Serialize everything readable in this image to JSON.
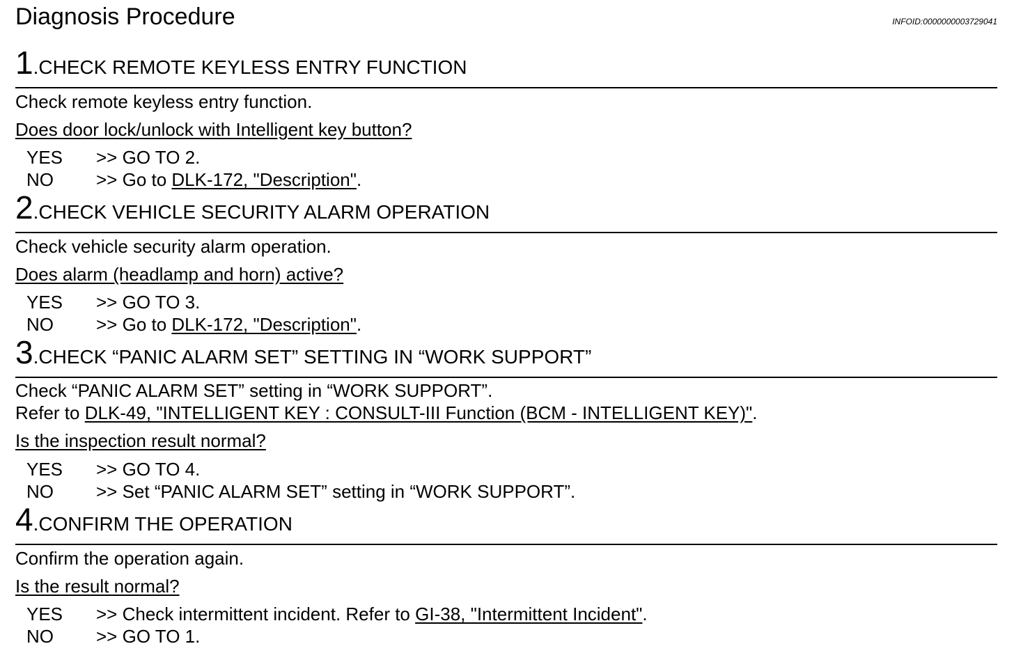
{
  "header": {
    "title": "Diagnosis Procedure",
    "info_id": "INFOID:0000000003729041"
  },
  "steps": [
    {
      "number": "1",
      "dot": ".",
      "title": "CHECK REMOTE KEYLESS ENTRY FUNCTION",
      "instruction": "Check remote keyless entry function.",
      "question": "Does door lock/unlock with Intelligent key button?",
      "yes_label": "YES",
      "yes_text": ">> GO TO 2.",
      "no_label": "NO",
      "no_prefix": ">> Go to ",
      "no_link": "DLK-172, \"Description\"",
      "no_suffix": "."
    },
    {
      "number": "2",
      "dot": ".",
      "title": "CHECK VEHICLE SECURITY ALARM OPERATION",
      "instruction": "Check vehicle security alarm operation.",
      "question": "Does alarm (headlamp and horn) active?",
      "yes_label": "YES",
      "yes_text": ">> GO TO 3.",
      "no_label": "NO",
      "no_prefix": ">> Go to ",
      "no_link": "DLK-172, \"Description\"",
      "no_suffix": "."
    },
    {
      "number": "3",
      "dot": ".",
      "title": "CHECK “PANIC ALARM SET” SETTING IN “WORK SUPPORT”",
      "instruction": "Check “PANIC ALARM SET” setting in “WORK SUPPORT”.",
      "refer_prefix": "Refer to ",
      "refer_link": "DLK-49, \"INTELLIGENT KEY : CONSULT-III Function (BCM - INTELLIGENT KEY)\"",
      "refer_suffix": ".",
      "question": "Is the inspection result normal?",
      "yes_label": "YES",
      "yes_text": ">> GO TO 4.",
      "no_label": "NO",
      "no_text": ">> Set “PANIC ALARM SET” setting in “WORK SUPPORT”."
    },
    {
      "number": "4",
      "dot": ".",
      "title": "CONFIRM THE OPERATION",
      "instruction": "Confirm the operation again.",
      "question": "Is the result normal?",
      "yes_label": "YES",
      "yes_prefix": ">> Check intermittent incident. Refer to ",
      "yes_link": "GI-38, \"Intermittent Incident\"",
      "yes_suffix": ".",
      "no_label": "NO",
      "no_text": ">> GO TO 1."
    }
  ]
}
